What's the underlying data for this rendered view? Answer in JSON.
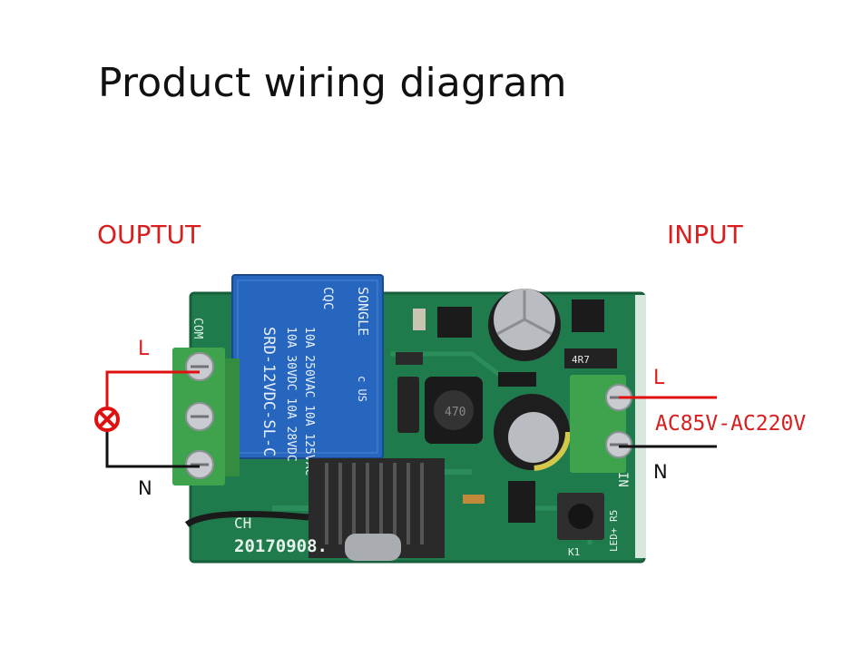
{
  "title": "Product wiring diagram",
  "output_label": "OUPTUT",
  "input_label": "INPUT",
  "output_live": "L",
  "output_neutral": "N",
  "input_live": "L",
  "input_neutral": "N",
  "voltage": "AC85V-AC220V",
  "relay": {
    "brand": "SONGLE",
    "model": "SRD-12VDC-SL-C",
    "rating_1": "10A 250VAC   10A 125VAC",
    "rating_2": "10A 30VDC    10A 28VDC",
    "cqc": "CQC",
    "ul": "c  US"
  },
  "board": {
    "date": "20170908.",
    "ch": "CH",
    "resistor": "4R7",
    "key": "K1",
    "led": "LED+ R5",
    "in_mark": "IN",
    "com_mark": "COM",
    "cap_mark": "470"
  },
  "colors": {
    "live_wire": "#e01010",
    "neutral_wire": "#111111",
    "pcb": "#1e7a4a",
    "relay": "#2563b8",
    "terminal": "#3fa34d"
  }
}
